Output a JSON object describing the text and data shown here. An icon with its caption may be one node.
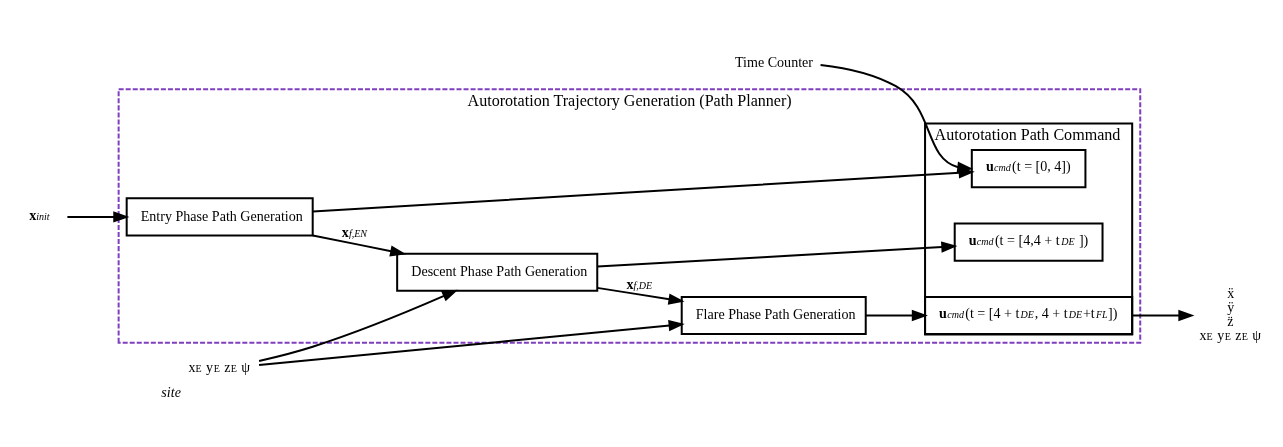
{
  "diagram": {
    "nodes": [
      {
        "text": [
          "Autorotation Trajectory Generation (Path Planner)"
        ]
      },
      {
        "text": [
          "x$^{E}$ y$^{E}$ z$^{E}$ ψ"
        ],
        "beside": [
          "site"
        ]
      },
      {
        "text": [
          "**x**$_{init}$"
        ]
      },
      {
        "text": [
          "Entry Phase Path Generation"
        ],
        "in": 0
      },
      {
        "text": [
          "Descent Phase Path Generation"
        ],
        "in": 0
      },
      {
        "text": [
          "Flare Phase Path Generation"
        ],
        "in": 0
      },
      {
        "text": [
          "Time Counter"
        ]
      },
      {
        "text": [
          "Autorotation Path Command"
        ],
        "in": 0
      },
      {
        "text": [
          "**u**$_{cmd}$(t = [0, 4])"
        ],
        "in": 7
      },
      {
        "text": [
          "**u**$_{cmd}$(t = [4,4 + t$_{DE}$ ])"
        ],
        "in": 7
      },
      {
        "text": [
          "**u**$_{cmd}$(t = [4 + t$_{DE}$, 4 + t$_{DE}$+t$_{FL}$])"
        ],
        "in": 7
      },
      {
        "text": [
          "ẍ ÿ z̈ x$^{E}$ y$^{E}$ z$^{E}$ ψ"
        ]
      }
    ],
    "edges": [
      {
        "from": 1,
        "to": 4,
        "arrow": "to"
      },
      {
        "from": 1,
        "to": 5,
        "arrow": "to"
      },
      {
        "from": 2,
        "to": 3,
        "arrow": "to"
      },
      {
        "from": 3,
        "to": 4,
        "arrow": "to",
        "label": "**x**$_{f,EN}$"
      },
      {
        "from": 4,
        "to": 5,
        "arrow": "to",
        "label": "**x**$_{f,DE}$"
      },
      {
        "from": 3,
        "to": 8,
        "arrow": "to"
      },
      {
        "from": 4,
        "to": 9,
        "arrow": "to"
      },
      {
        "from": 5,
        "to": 10,
        "arrow": "to"
      },
      {
        "from": 6,
        "to": 8,
        "arrow": "to"
      },
      {
        "from": 10,
        "to": 11,
        "arrow": "to"
      }
    ]
  }
}
